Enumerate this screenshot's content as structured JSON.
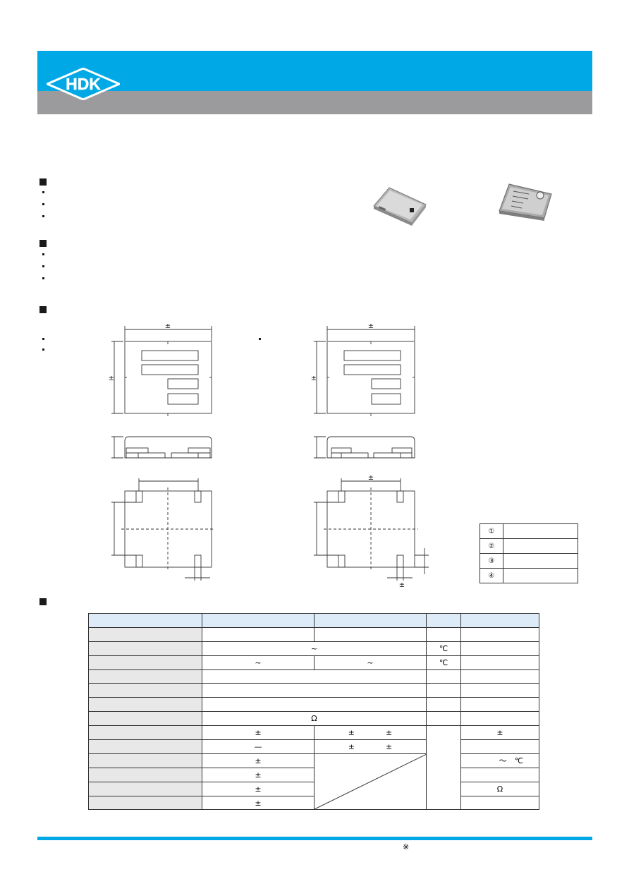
{
  "header": {
    "logo_text": "HDK",
    "brand_color": "#00a9e6",
    "band_gray": "#9b9b9d"
  },
  "pin_table": {
    "rows": [
      {
        "num": "①",
        "name": ""
      },
      {
        "num": "②",
        "name": ""
      },
      {
        "num": "③",
        "name": ""
      },
      {
        "num": "④",
        "name": ""
      }
    ]
  },
  "spec_table": {
    "r1": {
      "c1": "",
      "c2": "~",
      "unit": "℃"
    },
    "r2": {
      "c1": "~",
      "c2": "~",
      "unit": "℃"
    },
    "r6": {
      "c1": "Ω"
    },
    "r7": {
      "c1": "±",
      "c2a": "±",
      "c2b": "±",
      "note": "±"
    },
    "r8": {
      "c1": "—",
      "c2a": "±",
      "c2b": "±"
    },
    "r9": {
      "c1": "±",
      "note": "～　℃"
    },
    "r10": {
      "c1": "±"
    },
    "r11": {
      "c1": "±",
      "note": "Ω"
    },
    "r12": {
      "c1": "±"
    }
  },
  "drawing": {
    "dim_pm": "±"
  },
  "footer": {
    "note": "※"
  }
}
